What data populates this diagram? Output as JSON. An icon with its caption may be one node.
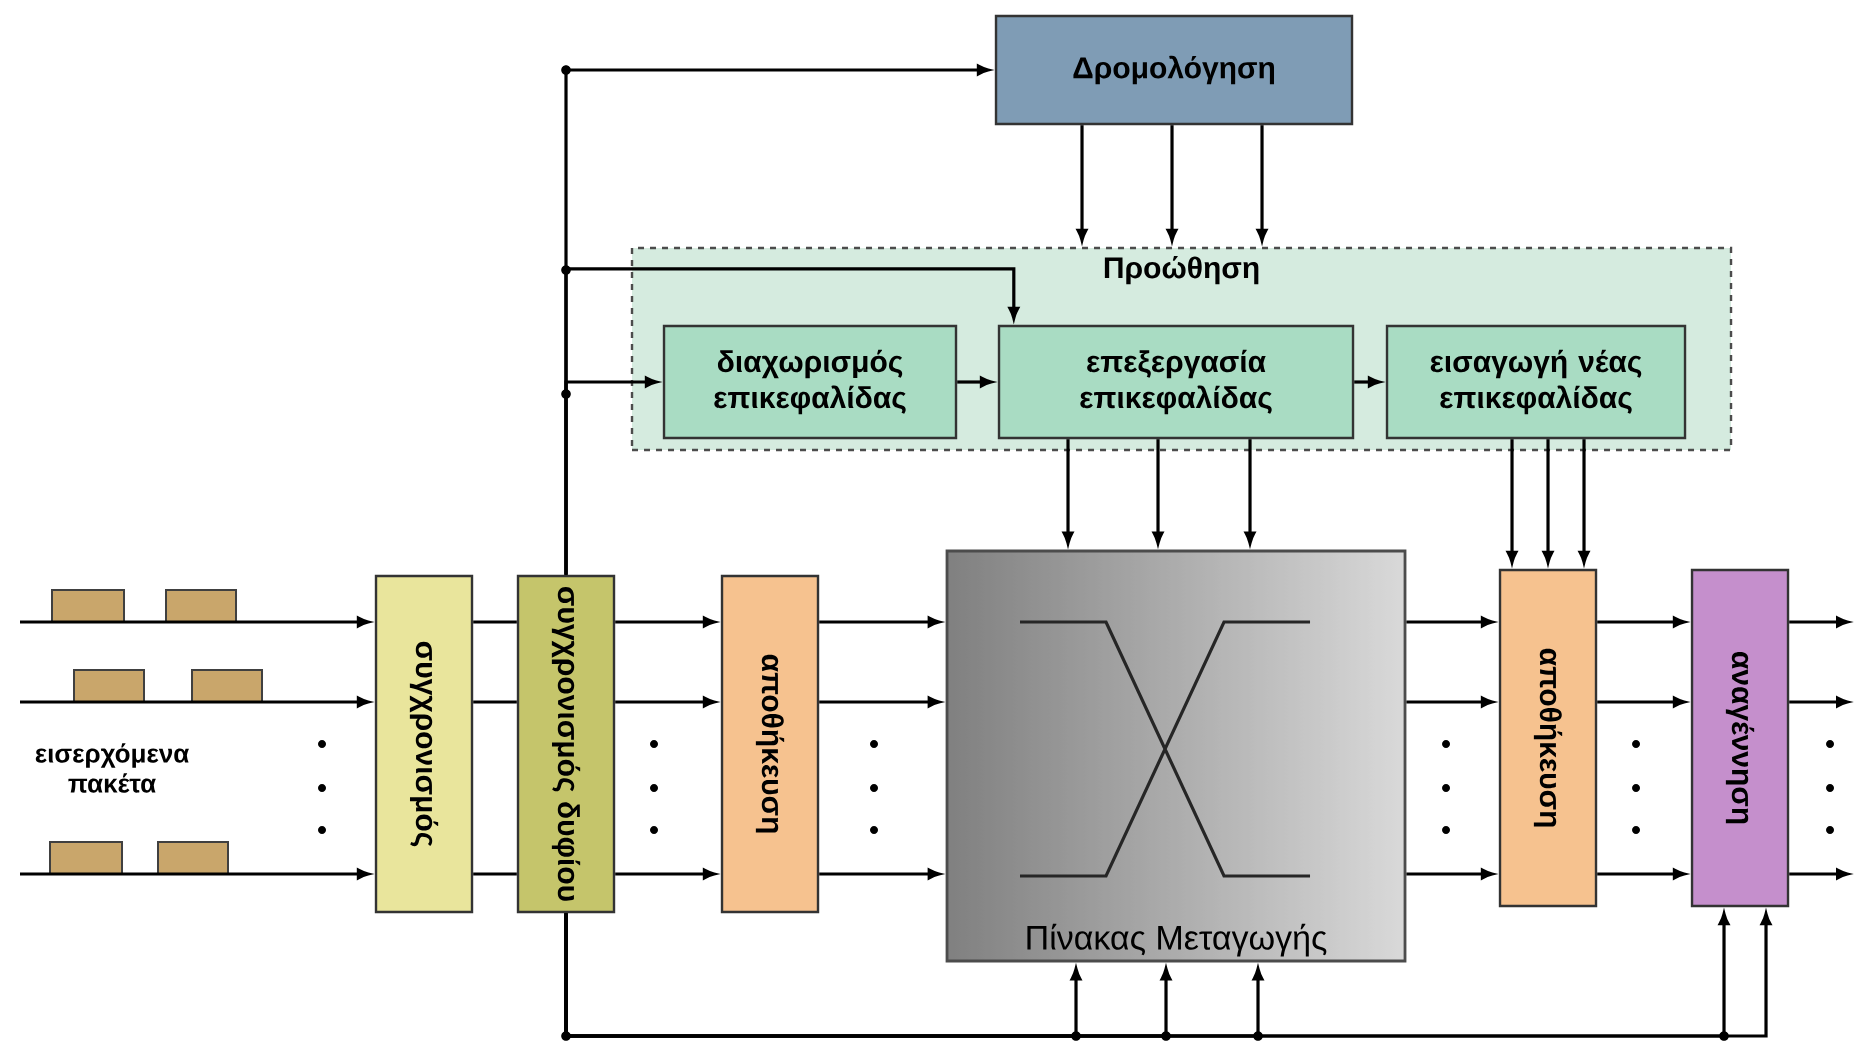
{
  "diagram": {
    "nodes": [
      {
        "text": [
          "Δρομολόγηση"
        ]
      },
      {
        "text": [
          "Προώθηση"
        ]
      },
      {
        "text": [
          "διαχωρισμός επικεφαλίδας"
        ],
        "in": 1
      },
      {
        "text": [
          "επεξεργασία επικεφαλίδας"
        ],
        "in": 1
      },
      {
        "text": [
          "εισαγωγή νέας επικεφαλίδας"
        ],
        "in": 1
      },
      {
        "text": [
          "συγχρονισμός"
        ]
      },
      {
        "text": [
          "συγχρονισμός δυφίου"
        ]
      },
      {
        "text": [
          "αποθήκευση"
        ]
      },
      {
        "text": [
          "Πίνακας Μεταγωγής"
        ]
      },
      {
        "text": [
          "αποθήκευση"
        ]
      },
      {
        "text": [
          "αναγέννηση"
        ]
      }
    ],
    "edges": [
      {
        "from": null,
        "to": 5,
        "arrow": "to"
      },
      {
        "from": null,
        "to": 5,
        "arrow": "to"
      },
      {
        "from": null,
        "to": 5,
        "arrow": "to"
      },
      {
        "from": 5,
        "to": 6,
        "arrow": "none"
      },
      {
        "from": 5,
        "to": 6,
        "arrow": "none"
      },
      {
        "from": 5,
        "to": 6,
        "arrow": "none"
      },
      {
        "from": 6,
        "to": 7,
        "arrow": "to"
      },
      {
        "from": 6,
        "to": 7,
        "arrow": "to"
      },
      {
        "from": 6,
        "to": 7,
        "arrow": "to"
      },
      {
        "from": 7,
        "to": 8,
        "arrow": "to"
      },
      {
        "from": 7,
        "to": 8,
        "arrow": "to"
      },
      {
        "from": 7,
        "to": 8,
        "arrow": "to"
      },
      {
        "from": 8,
        "to": 9,
        "arrow": "to"
      },
      {
        "from": 8,
        "to": 9,
        "arrow": "to"
      },
      {
        "from": 8,
        "to": 9,
        "arrow": "to"
      },
      {
        "from": 9,
        "to": 10,
        "arrow": "to"
      },
      {
        "from": 9,
        "to": 10,
        "arrow": "to"
      },
      {
        "from": 9,
        "to": 10,
        "arrow": "to"
      },
      {
        "from": 10,
        "to": null,
        "arrow": "to"
      },
      {
        "from": 10,
        "to": null,
        "arrow": "to"
      },
      {
        "from": 10,
        "to": null,
        "arrow": "to"
      },
      {
        "from": 6,
        "to": 0,
        "arrow": "to"
      },
      {
        "from": 6,
        "to": 3,
        "arrow": "to"
      },
      {
        "from": 6,
        "to": 2,
        "arrow": "to"
      },
      {
        "from": 0,
        "to": 1,
        "arrow": "to"
      },
      {
        "from": 0,
        "to": 1,
        "arrow": "to"
      },
      {
        "from": 0,
        "to": 1,
        "arrow": "to"
      },
      {
        "from": 2,
        "to": 3,
        "arrow": "to"
      },
      {
        "from": 3,
        "to": 4,
        "arrow": "to"
      },
      {
        "from": 3,
        "to": 8,
        "arrow": "to"
      },
      {
        "from": 3,
        "to": 8,
        "arrow": "to"
      },
      {
        "from": 3,
        "to": 8,
        "arrow": "to"
      },
      {
        "from": 4,
        "to": 9,
        "arrow": "to"
      },
      {
        "from": 4,
        "to": 9,
        "arrow": "to"
      },
      {
        "from": 4,
        "to": 9,
        "arrow": "to"
      },
      {
        "from": 6,
        "to": 8,
        "arrow": "to"
      },
      {
        "from": 6,
        "to": 8,
        "arrow": "to"
      },
      {
        "from": 6,
        "to": 8,
        "arrow": "to"
      },
      {
        "from": 6,
        "to": 10,
        "arrow": "to"
      },
      {
        "from": 6,
        "to": 10,
        "arrow": "to"
      }
    ],
    "labels": [
      "εισερχόμενα πακέτα"
    ]
  }
}
